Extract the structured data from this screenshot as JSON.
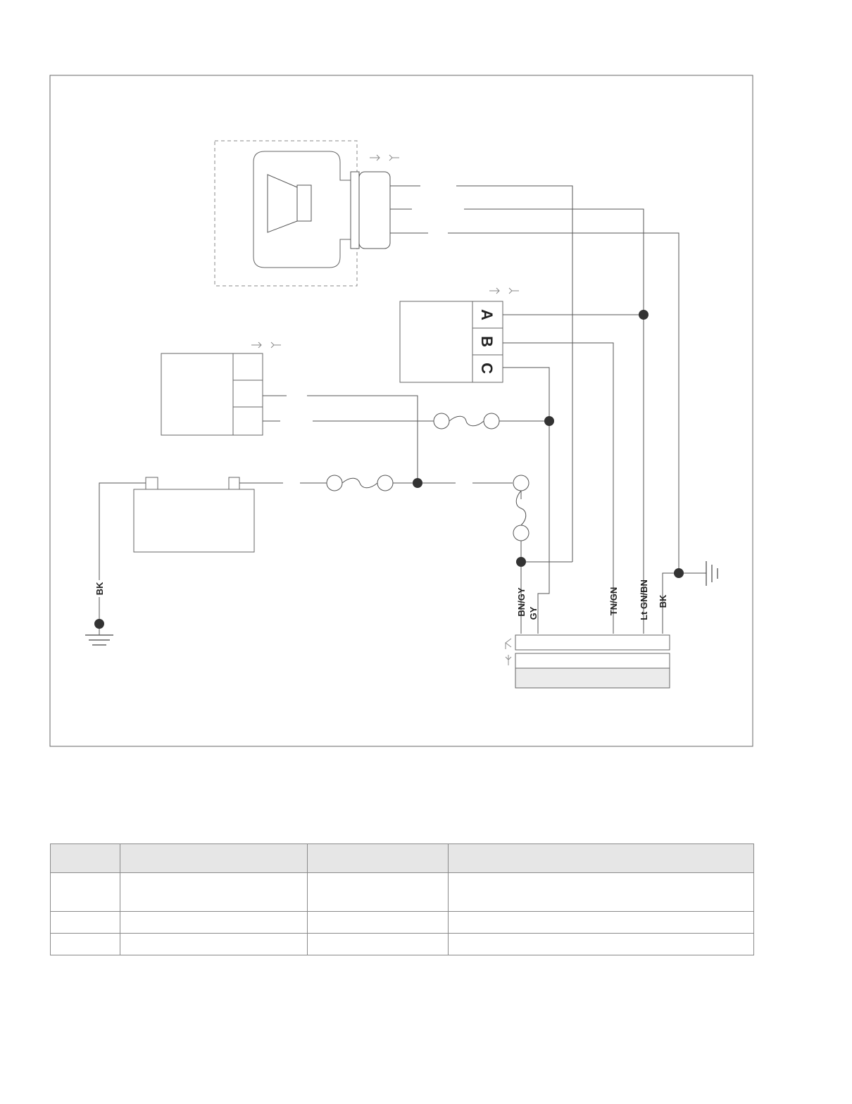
{
  "wire_labels": {
    "left_ground": "BK",
    "bn_gy": "BN/GY",
    "gy": "GY",
    "tn_gn": "TN/GN",
    "lt_gn_bn": "Lt GN/BN",
    "bk": "BK"
  },
  "connector_pins": [
    "A",
    "B",
    "C"
  ],
  "table": {
    "headers": [
      "",
      "",
      "",
      ""
    ],
    "rows": [
      [
        "",
        "",
        "",
        ""
      ],
      [
        "",
        "",
        "",
        ""
      ],
      [
        "",
        "",
        "",
        ""
      ]
    ]
  }
}
